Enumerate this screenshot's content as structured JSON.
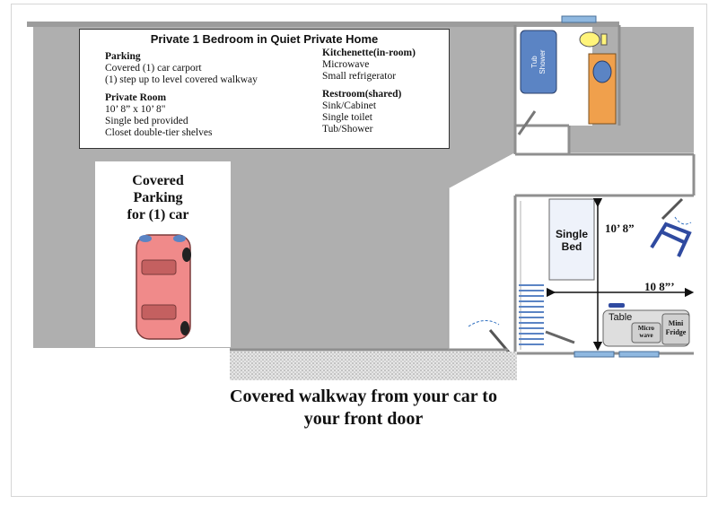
{
  "info": {
    "title": "Private 1 Bedroom in Quiet Private Home",
    "left_column": [
      {
        "heading": "Parking",
        "lines": [
          "Covered (1) car carport",
          "(1) step up to level covered walkway"
        ]
      },
      {
        "heading": "Private Room",
        "lines": [
          "10’ 8” x 10’ 8\"",
          "Single bed provided",
          "Closet double-tier shelves"
        ]
      }
    ],
    "right_column": [
      {
        "heading": "Kitchenette(in-room)",
        "lines": [
          "Microwave",
          "Small refrigerator"
        ]
      },
      {
        "heading": "Restroom(shared)",
        "lines": [
          "Sink/Cabinet",
          "Single toilet",
          "Tub/Shower"
        ]
      }
    ]
  },
  "parking_label": [
    "Covered",
    "Parking",
    "for (1) car"
  ],
  "walkway_caption": [
    "Covered walkway from your car to",
    "your front door"
  ],
  "room": {
    "bed_label": [
      "Single",
      "Bed"
    ],
    "dimension_vertical": "10’ 8”",
    "dimension_horizontal": "10 8”’",
    "table_label": "Table",
    "microwave_label": [
      "Micro",
      "wave"
    ],
    "fridge_label": [
      "Mini",
      "Fridge"
    ]
  },
  "bathroom": {
    "tub_label": [
      "Tub",
      "Shower"
    ]
  },
  "colors": {
    "floor_gray": "#afafaf",
    "wall_gray": "#8f8f8f",
    "car_body": "#f08a8a",
    "tub_blue": "#5b84c4",
    "counter_orange": "#f0a04c",
    "toilet_yellow": "#fff47a",
    "window_blue": "#8fb8e0",
    "chair_blue": "#2f4aa0"
  }
}
